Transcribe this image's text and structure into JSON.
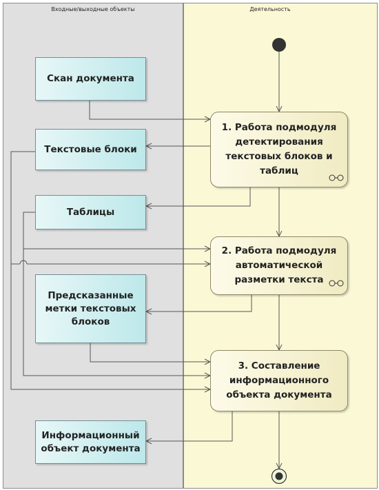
{
  "lanes": {
    "objects_title": "Входные/выходные объекты",
    "activity_title": "Деятельность"
  },
  "objects": {
    "scan": "Скан документа",
    "text_blocks": "Текстовые блоки",
    "tables": "Таблицы",
    "predicted_labels": "Предсказанные\nметки текстовых\nблоков",
    "info_object": "Информационный\nобъект документа"
  },
  "activities": {
    "a1": "1. Работа подмодуля\nдетектирования\nтекстовых блоков и\nтаблиц",
    "a2": "2. Работа подмодуля\nавтоматической\nразметки текста",
    "a3": "3. Составление\nинформационного\nобъекта документа"
  },
  "colors": {
    "left_lane": "#e0e0e0",
    "right_lane": "#fbf8d6",
    "object_fill": "#bde8ea",
    "activity_fill": "#f0ebc2",
    "edge": "#555555"
  }
}
